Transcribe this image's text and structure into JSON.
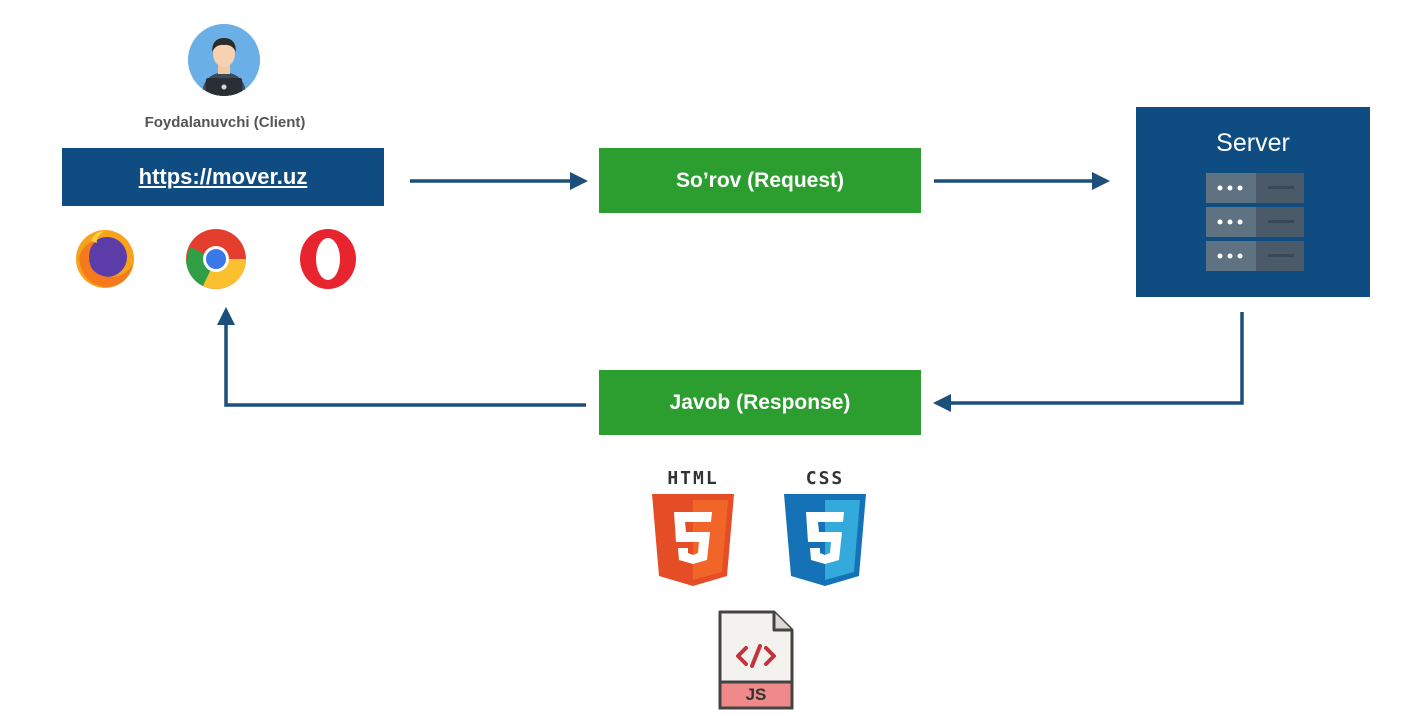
{
  "client": {
    "label": "Foydalanuvchi (Client)",
    "url": "https://mover.uz",
    "browsers": [
      "firefox-icon",
      "chrome-icon",
      "opera-icon"
    ]
  },
  "request": {
    "label": "So’rov (Request)"
  },
  "response": {
    "label": "Javob (Response)"
  },
  "server": {
    "label": "Server"
  },
  "tech": {
    "html_label": "HTML",
    "css_label": "CSS",
    "js_label": "JS"
  },
  "colors": {
    "navy": "#0f4c81",
    "green": "#2c9e2f",
    "arrow": "#1d4f7c",
    "html_orange": "#e44d26",
    "css_blue": "#1572b6"
  }
}
